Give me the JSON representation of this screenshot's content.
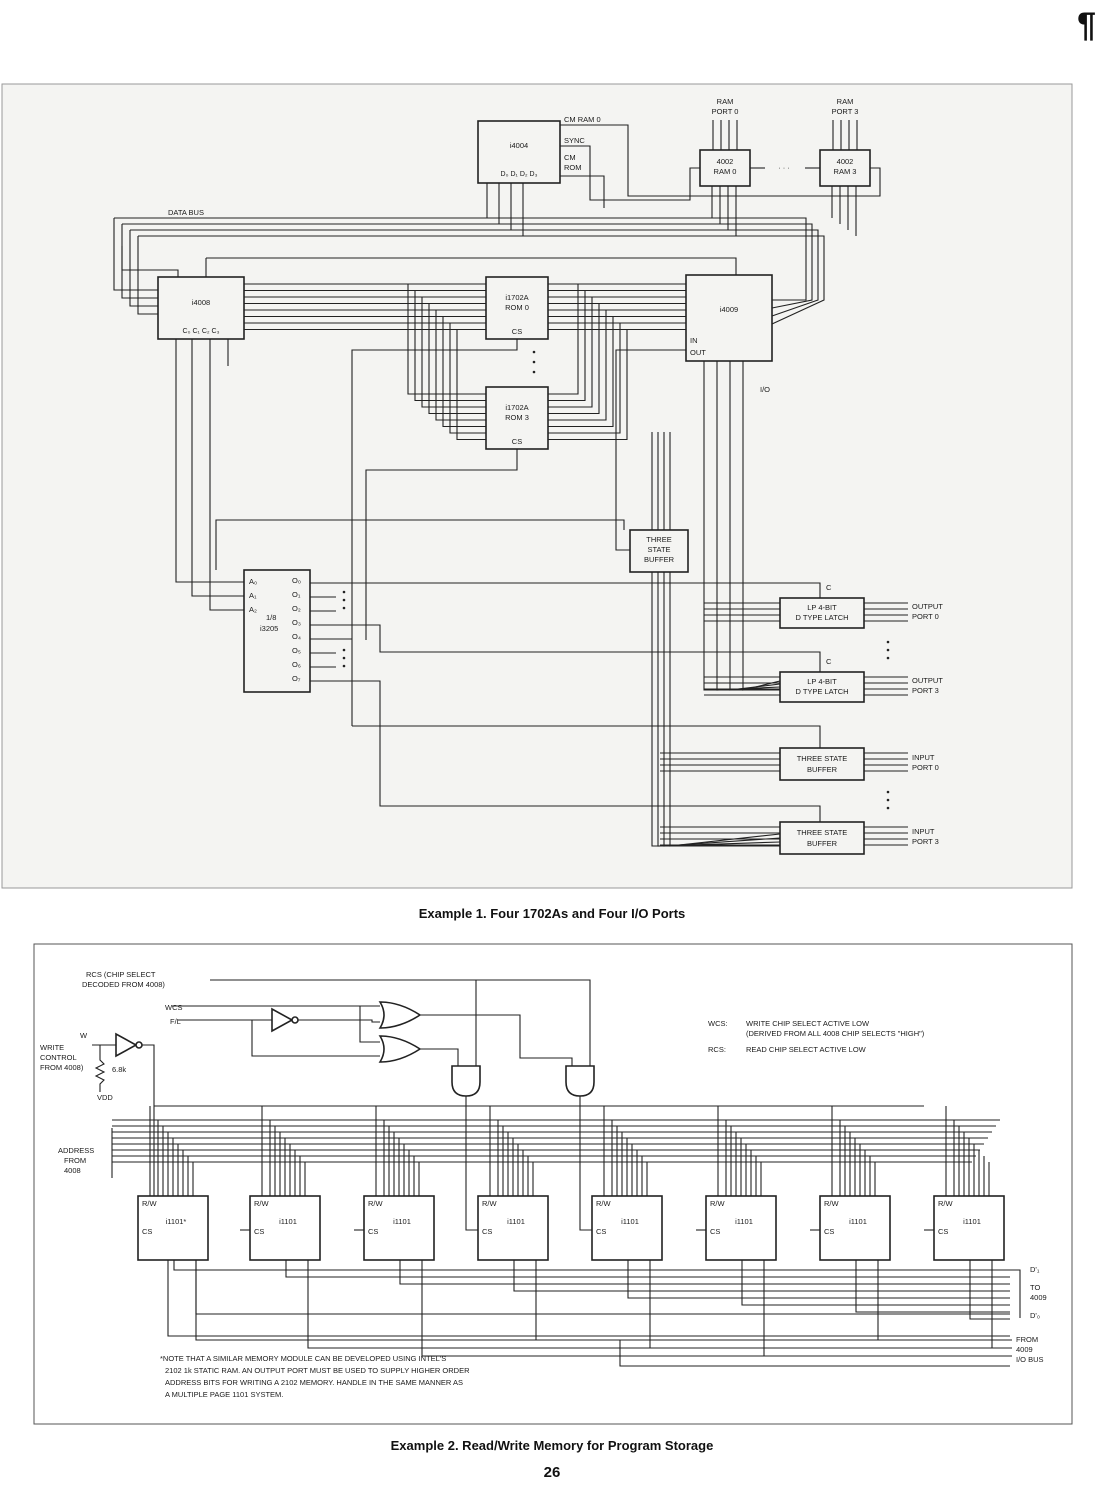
{
  "page_mark": "¶",
  "page_number": "26",
  "example1": {
    "caption": "Example 1.  Four 1702As and Four I/O Ports",
    "data_bus": "DATA BUS",
    "cpu": {
      "name": "i4004",
      "pins": "D₀ D₁ D₂ D₃"
    },
    "cm_ram": "CM RAM 0",
    "sync": "SYNC",
    "cm_rom_1": "CM",
    "cm_rom_2": "ROM",
    "ram_port0_1": "RAM",
    "ram_port0_2": "PORT 0",
    "ram_port3_1": "RAM",
    "ram_port3_2": "PORT 3",
    "ram0_1": "4002",
    "ram0_2": "RAM 0",
    "ram3_1": "4002",
    "ram3_2": "RAM 3",
    "ellipsis": "· · ·",
    "i4008": {
      "name": "i4008",
      "pins": "C₀ C₁ C₂ C₃"
    },
    "rom0_1": "i1702A",
    "rom0_2": "ROM 0",
    "rom3_1": "i1702A",
    "rom3_2": "ROM 3",
    "cs": "CS",
    "i4009": "i4009",
    "i4009_in": "IN",
    "i4009_out": "OUT",
    "io": "I/O",
    "buf_1": "THREE",
    "buf_2": "STATE",
    "buf_3": "BUFFER",
    "dec_a0": "A₀",
    "dec_a1": "A₁",
    "dec_a2": "A₂",
    "dec_frac": "1/8",
    "dec_name": "i3205",
    "dec_outs": [
      "O₀",
      "O₁",
      "O₂",
      "O₃",
      "O₄",
      "O₅",
      "O₆",
      "O₇"
    ],
    "c": "C",
    "latch_1": "LP 4-BIT",
    "latch_2": "D TYPE LATCH",
    "out_port0_1": "OUTPUT",
    "out_port0_2": "PORT 0",
    "out_port3_1": "OUTPUT",
    "out_port3_2": "PORT 3",
    "tsb_1": "THREE STATE",
    "tsb_2": "BUFFER",
    "in_port0_1": "INPUT",
    "in_port0_2": "PORT 0",
    "in_port3_1": "INPUT",
    "in_port3_2": "PORT 3"
  },
  "example2": {
    "caption": "Example 2.  Read/Write Memory for Program Storage",
    "rcs_1": "RCS (CHIP SELECT",
    "rcs_2": "DECODED FROM 4008)",
    "wcs": "WCS",
    "fl": "F/L",
    "w": "W",
    "write_1": "WRITE",
    "write_2": "CONTROL",
    "write_3": "FROM 4008)",
    "res": "6.8k",
    "vdd": "VDD",
    "address_1": "ADDRESS",
    "address_2": "FROM",
    "address_3": "4008",
    "legend_wcs_key": "WCS:",
    "legend_wcs_1": "WRITE CHIP SELECT ACTIVE LOW",
    "legend_wcs_2": "(DERIVED FROM ALL 4008 CHIP SELECTS \"HIGH\")",
    "legend_rcs_key": "RCS:",
    "legend_rcs": "READ CHIP SELECT ACTIVE LOW",
    "chips": [
      "i1101*",
      "i1101",
      "i1101",
      "i1101",
      "i1101",
      "i1101",
      "i1101",
      "i1101"
    ],
    "rw": "R/W",
    "cs": "CS",
    "d1": "D'₁",
    "to": "TO",
    "to4009": "4009",
    "d0": "D'₀",
    "from": "FROM",
    "from4009": "4009",
    "iobus": "I/O BUS",
    "note": [
      "*NOTE THAT A SIMILAR MEMORY MODULE CAN BE DEVELOPED USING INTEL'S",
      "2102 1k STATIC RAM.  AN OUTPUT PORT MUST BE USED TO SUPPLY HIGHER ORDER",
      "ADDRESS BITS FOR WRITING A 2102 MEMORY.  HANDLE IN THE SAME MANNER AS",
      "A MULTIPLE PAGE 1101 SYSTEM."
    ]
  }
}
